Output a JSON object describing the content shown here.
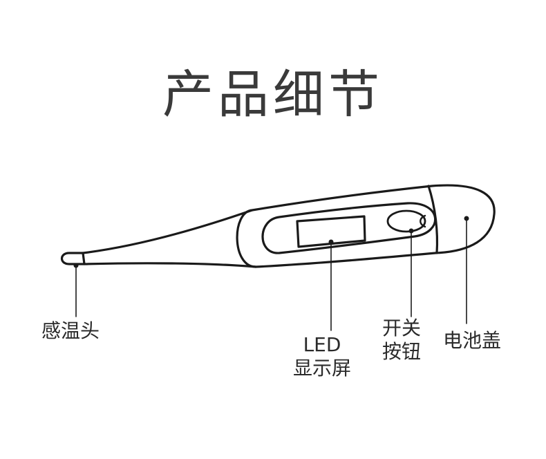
{
  "title": "产品细节",
  "colors": {
    "line": "#1a1a1a",
    "title": "#3a3a3a",
    "text": "#2a2a2a",
    "background": "#ffffff"
  },
  "labels": {
    "sensor_tip": "感温头",
    "led_display_line1": "LED",
    "led_display_line2": "显示屏",
    "switch_button_line1": "开关",
    "switch_button_line2": "按钮",
    "battery_cover": "电池盖"
  }
}
